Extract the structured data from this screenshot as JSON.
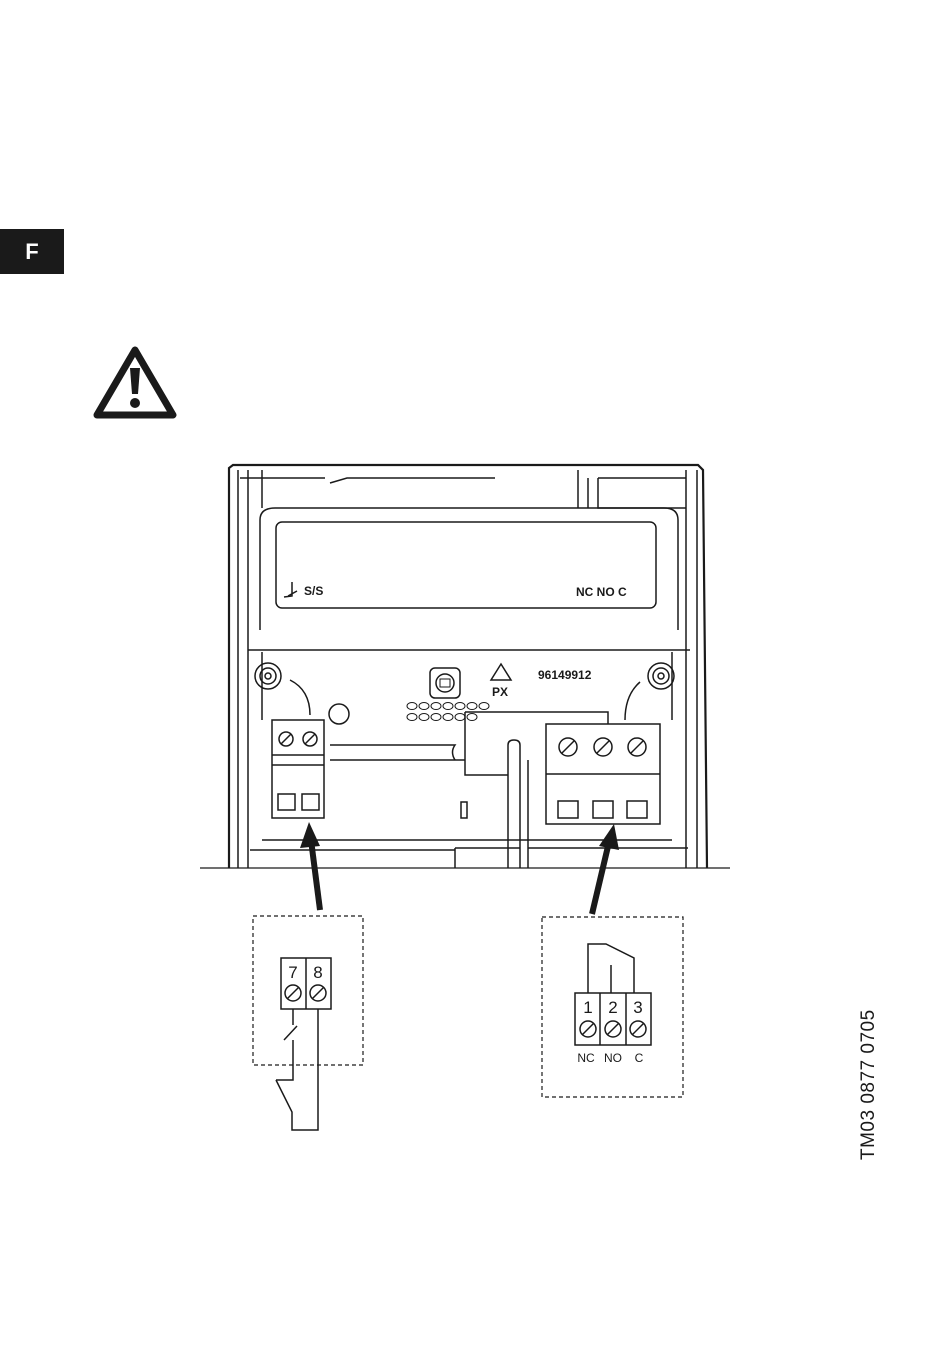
{
  "page": {
    "language_tab": "F",
    "warning_icon": "warning-triangle-icon",
    "figure_code": "TM03 0877 0705"
  },
  "device": {
    "ss_label": "S/S",
    "relay_label": "NC NO C",
    "part_number": "96149912",
    "recycle_mark": "PX"
  },
  "input_terminal": {
    "terminals": [
      "7",
      "8"
    ]
  },
  "relay_terminal": {
    "terminals": [
      "1",
      "2",
      "3"
    ],
    "labels": [
      "NC",
      "NO",
      "C"
    ]
  }
}
